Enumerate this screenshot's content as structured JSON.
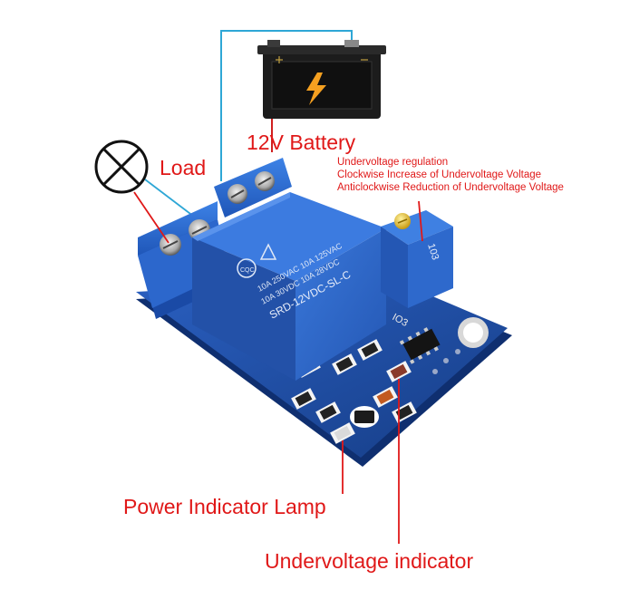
{
  "labels": {
    "battery": "12V Battery",
    "load": "Load",
    "undervoltage_notes": [
      "Undervoltage regulation",
      "Clockwise Increase of Undervoltage Voltage",
      "Anticlockwise Reduction of Undervoltage Voltage"
    ],
    "power_lamp": "Power Indicator Lamp",
    "undervoltage_indicator": "Undervoltage indicator"
  },
  "relay_text": {
    "model": "SRD-12VDC-SL-C",
    "rating_a": "10A 250VAC  10A 125VAC",
    "rating_b": "10A 30VDC  10A 28VDC",
    "cert": "CQC"
  },
  "board_text": {
    "chip": "IO3",
    "pot": "103"
  },
  "colors": {
    "label": "#e01818",
    "pcb": "#1f4fa8",
    "relay": "#2a63c6",
    "terminal": "#2f6fd6",
    "wire": "#2ea7d6",
    "battery_body": "#1c1c1c",
    "bolt": "#f5a020"
  },
  "icons": {
    "load": "lamp-cross-icon",
    "battery": "battery-bolt-icon"
  }
}
